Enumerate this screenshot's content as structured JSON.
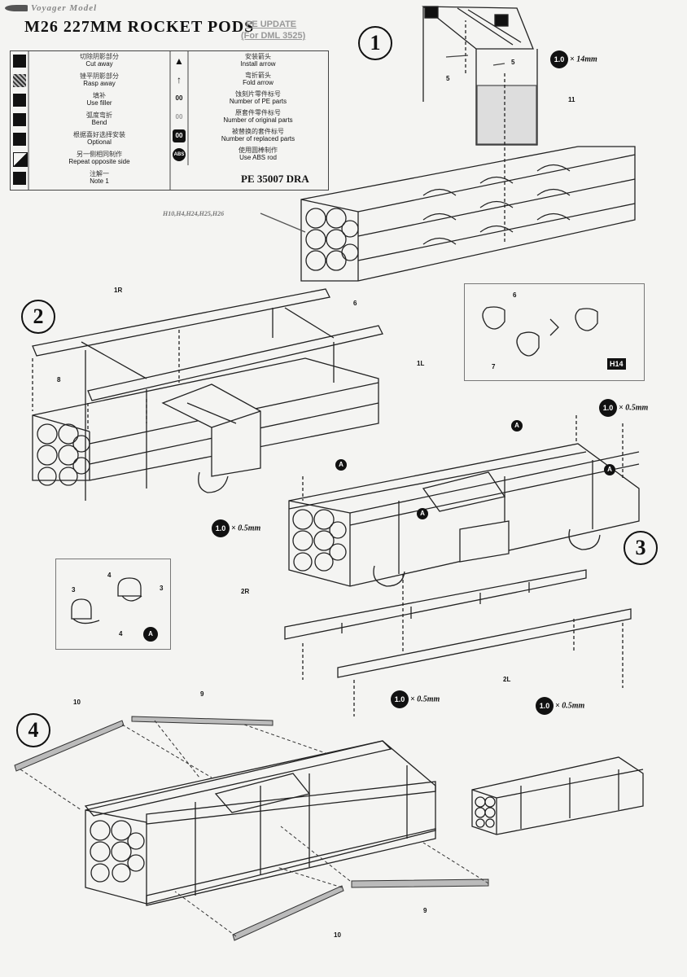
{
  "header": {
    "brand": "Voyager Model",
    "title": "M26 227MM ROCKET PODS",
    "subtitle_line1": "PE UPDATE",
    "subtitle_line2": "(For DML 3525)",
    "product_code": "PE 35007 DRA"
  },
  "legend": {
    "left": [
      {
        "cn": "切除阴影部分",
        "en": "Cut away",
        "icon": "cut-icon"
      },
      {
        "cn": "锉平阴影部分",
        "en": "Rasp away",
        "icon": "rasp-icon"
      },
      {
        "cn": "填补",
        "en": "Use filler",
        "icon": "filler-icon"
      },
      {
        "cn": "弧度弯折",
        "en": "Bend",
        "icon": "bend-icon"
      },
      {
        "cn": "根据喜好选择安装",
        "en": "Optional",
        "icon": "bulb-icon"
      },
      {
        "cn": "另一侧相同制作",
        "en": "Repeat opposite side",
        "icon": "repeat-icon"
      },
      {
        "cn": "注解一",
        "en": "Note 1",
        "icon": "note-icon"
      }
    ],
    "right": [
      {
        "cn": "安装箭头",
        "en": "Install arrow",
        "icon": "install-arrow-icon"
      },
      {
        "cn": "弯折箭头",
        "en": "Fold arrow",
        "icon": "fold-arrow-icon"
      },
      {
        "cn": "蚀刻片零件标号",
        "en": "Number of PE parts",
        "icon": "pe-number-icon",
        "sym": "00"
      },
      {
        "cn": "原套件零件标号",
        "en": "Number of original parts",
        "icon": "original-number-icon",
        "sym": "00"
      },
      {
        "cn": "被替换的套件标号",
        "en": "Number of replaced parts",
        "icon": "replaced-number-icon",
        "sym": "00"
      },
      {
        "cn": "使用圆棒制作",
        "en": "Use ABS rod",
        "icon": "abs-rod-icon",
        "sym": "ABS"
      }
    ]
  },
  "steps": {
    "s1": "1",
    "s2": "2",
    "s3": "3",
    "s4": "4"
  },
  "step1": {
    "part5a": "5",
    "part5b": "5",
    "part11": "11",
    "dim_dot": "1.0",
    "dim_text": "× 14mm",
    "caption": "H10,H4,H24,H25,H26"
  },
  "step2": {
    "p1r": "1R",
    "p1l": "1L",
    "p6": "6",
    "p8": "8"
  },
  "inset_hook": {
    "p6": "6",
    "p7": "7",
    "tag": "H14"
  },
  "step3": {
    "dims": [
      {
        "dot": "1.0",
        "text": "× 0.5mm"
      },
      {
        "dot": "1.0",
        "text": "× 0.5mm"
      },
      {
        "dot": "1.0",
        "text": "× 0.5mm"
      },
      {
        "dot": "1.0",
        "text": "× 0.5mm"
      }
    ],
    "p2r": "2R",
    "p2l": "2L",
    "badge": "A"
  },
  "inset_clamp": {
    "p3a": "3",
    "p3b": "3",
    "p4a": "4",
    "p4b": "4",
    "badge": "A"
  },
  "step4": {
    "p10a": "10",
    "p10b": "10",
    "p9a": "9",
    "p9b": "9"
  }
}
